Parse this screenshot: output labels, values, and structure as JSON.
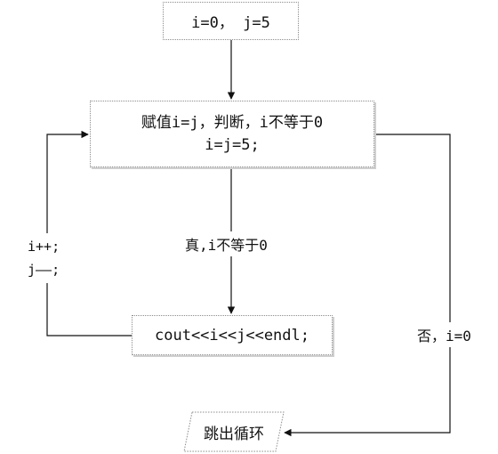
{
  "flowchart": {
    "init": "i=0，  j=5",
    "assign_line1": "赋值i=j，判断，i不等于0",
    "assign_line2": "i=j=5;",
    "true_label": "真,i不等于0",
    "print_stmt": "cout<<i<<j<<endl;",
    "increment_line1": "i++;",
    "increment_line2": "j––;",
    "false_label": "否，i=0",
    "exit_label": "跳出循环"
  },
  "colors": {
    "line": "#111111",
    "box_border": "#8c8c8c",
    "background": "#ffffff"
  }
}
